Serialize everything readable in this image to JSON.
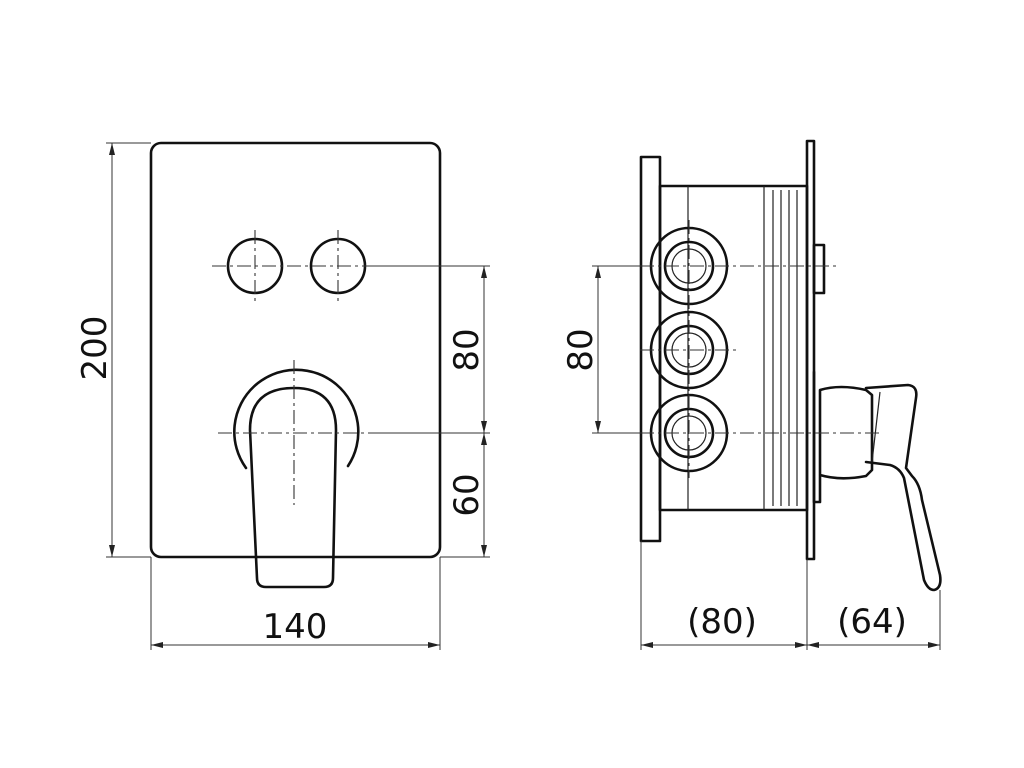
{
  "dimensions": {
    "front_height": "200",
    "front_width": "140",
    "buttons_to_lever_spacing": "80",
    "lever_to_bottom": "60",
    "side_port_spacing": "80",
    "body_depth": "(80)",
    "handle_depth": "(64)"
  }
}
